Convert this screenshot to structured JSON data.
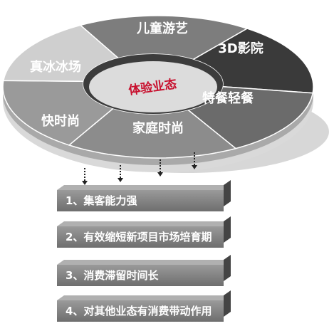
{
  "diagram": {
    "center_label": "体验业态",
    "segments": [
      {
        "label": "儿童游艺",
        "color": "#7d7d7d"
      },
      {
        "label": "3D影院",
        "color": "#3a3a3a"
      },
      {
        "label": "特餐轻餐",
        "color": "#6b6b6b"
      },
      {
        "label": "家庭时尚",
        "color": "#8c8c8c"
      },
      {
        "label": "快时尚",
        "color": "#9a9a9a"
      },
      {
        "label": "真冰冰场",
        "color": "#cfcfcf"
      }
    ],
    "benefits": [
      "1、集客能力强",
      "2、有效缩短新项目市场培育期",
      "3、消费滞留时间长",
      "4、对其他业态有消费带动作用"
    ]
  }
}
